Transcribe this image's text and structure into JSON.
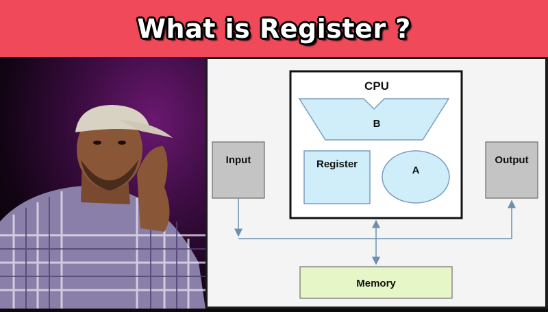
{
  "title": "What is Register  ?",
  "diagram": {
    "cpu_label": "CPU",
    "b_label": "B",
    "register_label": "Register",
    "a_label": "A",
    "input_label": "Input",
    "output_label": "Output",
    "memory_label": "Memory"
  },
  "colors": {
    "banner": "#f04a5a",
    "cpu_parts": "#cfeefa",
    "io_boxes": "#c4c4c4",
    "memory_box": "#e6f6c6",
    "connector": "#6d8fb0"
  },
  "icons": [
    "person-photo"
  ]
}
